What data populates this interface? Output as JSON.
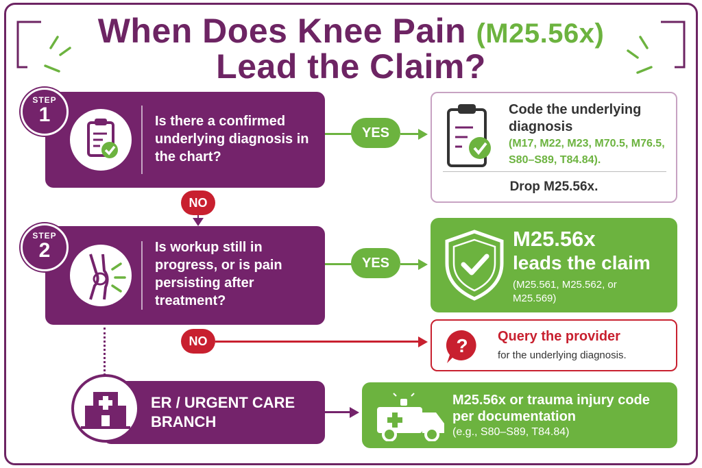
{
  "title": {
    "line1": "When Does Knee Pain ",
    "code": "(M25.56x)",
    "line2": "Lead the Claim?"
  },
  "step1": {
    "label": "STEP",
    "number": "1",
    "question": "Is there a confirmed underlying diagnosis in the chart?",
    "yes": "YES",
    "no": "NO",
    "result": {
      "heading": "Code the underlying diagnosis",
      "codes": "(M17, M22, M23, M70.5, M76.5, S80–S89, T84.84).",
      "note": "Drop M25.56x."
    }
  },
  "step2": {
    "label": "STEP",
    "number": "2",
    "question": "Is workup still in progress, or is pain persisting after treatment?",
    "yes": "YES",
    "no": "NO",
    "yes_result": {
      "heading_line1": "M25.56x",
      "heading_line2": "leads the claim",
      "codes": "(M25.561, M25.562, or M25.569)"
    },
    "no_result": {
      "heading": "Query the provider",
      "detail": "for the underlying diagnosis."
    }
  },
  "er_branch": {
    "label": "ER / URGENT CARE BRANCH",
    "result": "M25.56x or trauma injury code per documentation",
    "codes": "(e.g., S80–S89, T84.84)"
  },
  "colors": {
    "purple": "#74236b",
    "green": "#6cb33f",
    "red": "#c8202f"
  }
}
